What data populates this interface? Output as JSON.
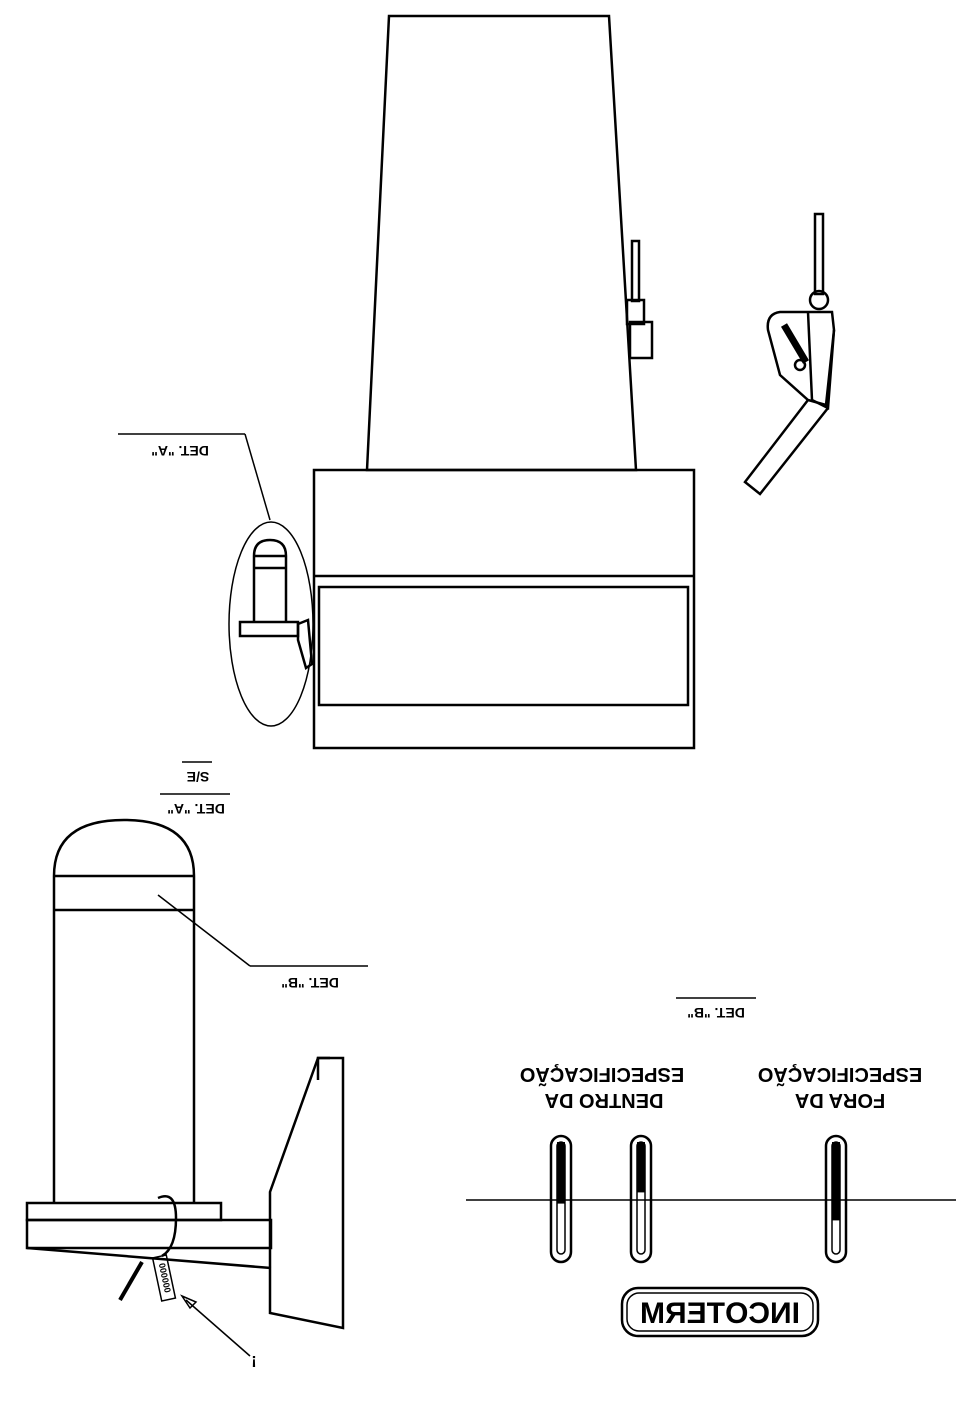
{
  "labels": {
    "det_a_callout": "DET. \"A\"",
    "det_a_title": "DET. \"A\"",
    "det_a_scale": "S/E",
    "det_b_callout": "DET. \"B\"",
    "det_b_title": "DET. \"B\"",
    "inside_spec_line1": "DENTRO DA",
    "inside_spec_line2": "ESPECIFICAÇÃO",
    "outside_spec_line1": "FORA DA",
    "outside_spec_line2": "ESPECIFICAÇÃO",
    "seal_text": "000000",
    "pointer_mark": "!",
    "brand": "INCOTERM"
  },
  "gauges": [
    {
      "name": "inside-1",
      "level": 0.55
    },
    {
      "name": "inside-2",
      "level": 0.45
    },
    {
      "name": "outside-1",
      "level": 0.7
    }
  ]
}
